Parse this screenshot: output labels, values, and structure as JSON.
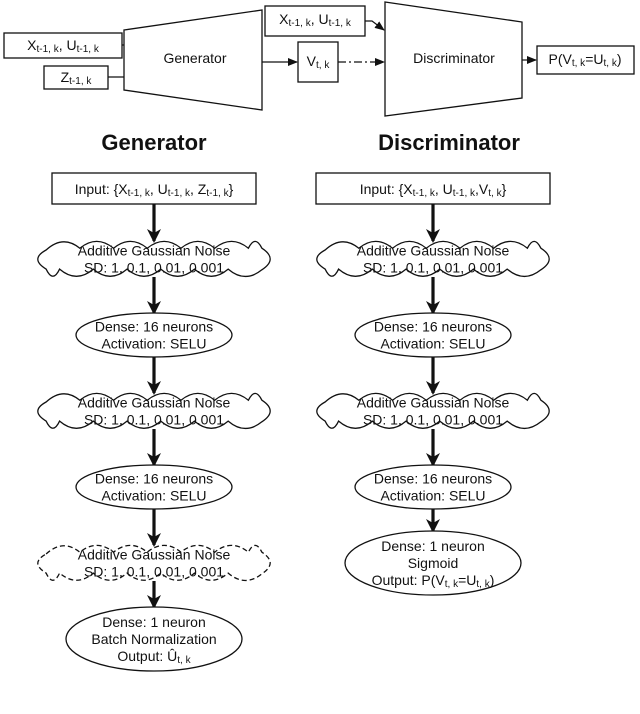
{
  "top": {
    "input_xu": "X_{t-1, k}, U_{t-1, k}",
    "input_z": "Z_{t-1, k}",
    "generator_label": "Generator",
    "v_box": "V_{t, k}",
    "disc_input_xu": "X_{t-1, k}, U_{t-1, k}",
    "discriminator_label": "Discriminator",
    "output": "P(V_{t, k}=U_{t, k})"
  },
  "generator": {
    "title": "Generator",
    "input": "Input: {X_{t-1, k}, U_{t-1, k}, Z_{t-1, k}}",
    "layers": [
      {
        "kind": "cloud",
        "line1": "Additive Gaussian Noise",
        "line2": "SD: 1, 0.1, 0.01, 0.001",
        "dashed": false
      },
      {
        "kind": "ellipse",
        "line1": "Dense: 16 neurons",
        "line2": "Activation: SELU"
      },
      {
        "kind": "cloud",
        "line1": "Additive Gaussian Noise",
        "line2": "SD: 1, 0.1, 0.01, 0.001",
        "dashed": false
      },
      {
        "kind": "ellipse",
        "line1": "Dense: 16 neurons",
        "line2": "Activation: SELU"
      },
      {
        "kind": "cloud",
        "line1": "Additive Gaussian Noise",
        "line2": "SD: 1, 0.1, 0.01, 0.001",
        "dashed": true
      },
      {
        "kind": "ellipse",
        "line1": "Dense: 1 neuron",
        "line2": "Batch Normalization",
        "line3": "Output: Û_{t, k}"
      }
    ]
  },
  "discriminator": {
    "title": "Discriminator",
    "input": "Input: {X_{t-1, k}, U_{t-1, k},V_{t, k}}",
    "layers": [
      {
        "kind": "cloud",
        "line1": "Additive Gaussian Noise",
        "line2": "SD: 1, 0.1, 0.01, 0.001",
        "dashed": false
      },
      {
        "kind": "ellipse",
        "line1": "Dense: 16 neurons",
        "line2": "Activation: SELU"
      },
      {
        "kind": "cloud",
        "line1": "Additive Gaussian Noise",
        "line2": "SD: 1, 0.1, 0.01, 0.001",
        "dashed": false
      },
      {
        "kind": "ellipse",
        "line1": "Dense: 16 neurons",
        "line2": "Activation: SELU"
      },
      {
        "kind": "ellipse",
        "line1": "Dense: 1 neuron",
        "line2": "Sigmoid",
        "line3": "Output: P(V_{t, k}=U_{t, k})"
      }
    ]
  }
}
